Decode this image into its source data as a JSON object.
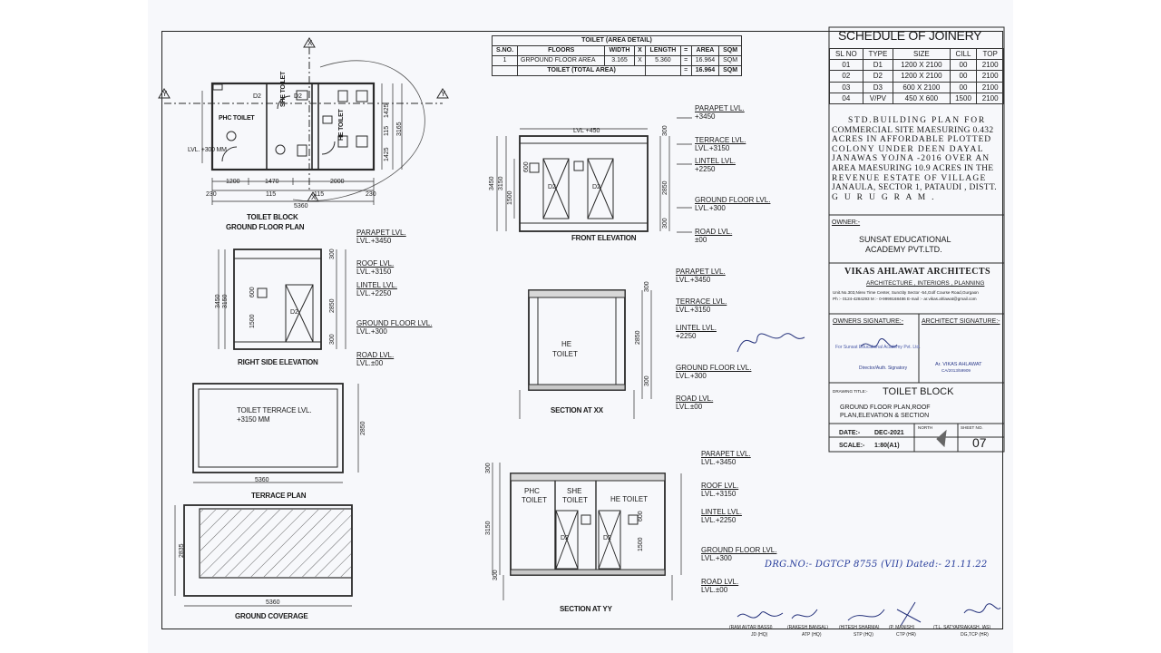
{
  "toilet_table": {
    "title": "TOILET (AREA DETAIL)",
    "headers": [
      "S.NO.",
      "FLOORS",
      "WIDTH",
      "X",
      "LENGTH",
      "=",
      "AREA",
      "SQM"
    ],
    "row": [
      "1",
      "GRPOUND FLOOR AREA",
      "3.165",
      "X",
      "5.360",
      "=",
      "16.964",
      "SQM"
    ],
    "total_label": "TOILET (TOTAL AREA)",
    "total_eq": "=",
    "total_value": "16.964",
    "total_unit": "SQM"
  },
  "joinery": {
    "title": "SCHEDULE OF JOINERY",
    "headers": [
      "SL NO",
      "TYPE",
      "SIZE",
      "CILL",
      "TOP"
    ],
    "rows": [
      [
        "01",
        "D1",
        "1200 X 2100",
        "00",
        "2100"
      ],
      [
        "02",
        "D2",
        "1200 X 2100",
        "00",
        "2100"
      ],
      [
        "03",
        "D3",
        "600 X 2100",
        "00",
        "2100"
      ],
      [
        "04",
        "V/PV",
        "450 X 600",
        "1500",
        "2100"
      ]
    ]
  },
  "description": {
    "lines": [
      "STD.BUILDING PLAN FOR",
      "COMMERCIAL SITE MAESURING 0.432",
      "ACRES IN AFFORDABLE PLOTTED",
      "COLONY UNDER DEEN DAYAL",
      "JANAWAS YOJNA -2016 OVER AN",
      "AREA MAESURING 10.9 ACRES IN THE",
      "REVENUE ESTATE OF VILLAGE",
      "JANAULA, SECTOR 1, PATAUDI , DISTT.",
      "G U R U G R A M ."
    ]
  },
  "owner": {
    "label": "OWNER:-",
    "name_1": "SUNSAT EDUCATIONAL",
    "name_2": "ACADEMY PVT.LTD."
  },
  "architect": {
    "firm": "VIKAS AHLAWAT ARCHITECTS",
    "tagline": "ARCHITECTURE , INTERIORS , PLANNING",
    "address": "Unit.No.303,Nirex Time Center, Sunctity Sector -54,Golf Course Road,Gurgaon",
    "contact": "Ph :- 0124-4284293 M :- 0-9999168486          E-mail :- ar.vikas.ahlawat@gmail.com"
  },
  "signatures": {
    "owners_label": "OWNERS SIGNATURE:-",
    "architect_label": "ARCHITECT SIGNATURE:-",
    "owner_stamp": "For Sunsat Educational Academy Pvt. Ltd.",
    "owner_role": "Director/Auth. Signatory",
    "arch_name": "Ar. VIKAS AHLAWAT",
    "arch_reg": "CA/2013/59909"
  },
  "drawing": {
    "title_label": "DRAWING TITLE:-",
    "title": "TOILET BLOCK",
    "subtitle_1": "GROUND FLOOR PLAN,ROOF",
    "subtitle_2": "PLAN,ELEVATION & SECTION",
    "date_label": "DATE:-",
    "date": "DEC-2021",
    "scale_label": "SCALE:-",
    "scale": "1:80(A1)",
    "north": "NORTH",
    "sheet_label": "SHEET NO.",
    "sheet_no": "07"
  },
  "handwritten_note": "DRG.NO:- DGTCP 8755 (VII) Dated:- 21.11.22",
  "officials": [
    "(RAM AVTAR BASSI)",
    "(RAKESH BANSAL)",
    "(HITESH SHARMA)",
    "(P. MANISH)",
    "(T.L. SATYAPRAKASH, IAS)"
  ],
  "designations": [
    "JD (HQ)",
    "ATP (HQ)",
    "STP (HQ)",
    "CTP (HR)",
    "DG,TCP (HR)"
  ],
  "plan": {
    "title_1": "TOILET BLOCK",
    "title_2": "GROUND FLOOR PLAN",
    "phc": "PHC TOILET",
    "she": "SHE TOILET",
    "he": "HE TOILET",
    "lvl": "LVL. +300 MM",
    "dims_bottom": [
      "1200",
      "1470",
      "2000"
    ],
    "dims_bottom2": [
      "230",
      "115",
      "115",
      "230"
    ],
    "total": "5360",
    "dims_right": [
      "1425",
      "115",
      "1425",
      "3165"
    ],
    "section_x": "X",
    "section_y": "Y"
  },
  "front_elev": {
    "title": "FRONT ELEVATION",
    "top_lvl": "LVL +450",
    "dims": [
      "3450",
      "3150",
      "600",
      "1500",
      "300",
      "2850",
      "300"
    ]
  },
  "levels": {
    "parapet": "PARAPET LVL.",
    "parapet_v": "+3450",
    "parapet_v2": "LVL.+3450",
    "terrace": "TERRACE LVL.",
    "terrace_v": "LVL.+3150",
    "roof": "ROOF LVL.",
    "roof_v": "LVL.+3150",
    "lintel": "LINTEL LVL.",
    "lintel_v": "+2250",
    "lintel_v2": "LVL.+2250",
    "ground": "GROUND FLOOR LVL.",
    "ground_v": "LVL.+300",
    "road": "ROAD LVL.",
    "road_v": "LVL.±00",
    "road_v2": "±00"
  },
  "right_elev": {
    "title": "RIGHT SIDE ELEVATION",
    "dims": [
      "3450",
      "3150",
      "600",
      "1500",
      "300",
      "2850",
      "300"
    ]
  },
  "section_xx": {
    "title": "SECTION AT XX",
    "label_1": "HE",
    "label_2": "TOILET",
    "dims": [
      "300",
      "2850",
      "300"
    ]
  },
  "terrace_plan": {
    "title": "TERRACE PLAN",
    "label_1": "TOILET TERRACE LVL.",
    "label_2": "+3150 MM",
    "width": "5360",
    "height": "2850"
  },
  "ground_cov": {
    "title": "GROUND COVERAGE",
    "width": "5360",
    "height": "2835"
  },
  "section_yy": {
    "title": "SECTION AT YY",
    "phc_1": "PHC",
    "phc_2": "TOILET",
    "she_1": "SHE",
    "she_2": "TOILET",
    "he": "HE TOILET",
    "dims": [
      "300",
      "3150",
      "1500",
      "600",
      "300"
    ]
  },
  "door_tag": "D2"
}
